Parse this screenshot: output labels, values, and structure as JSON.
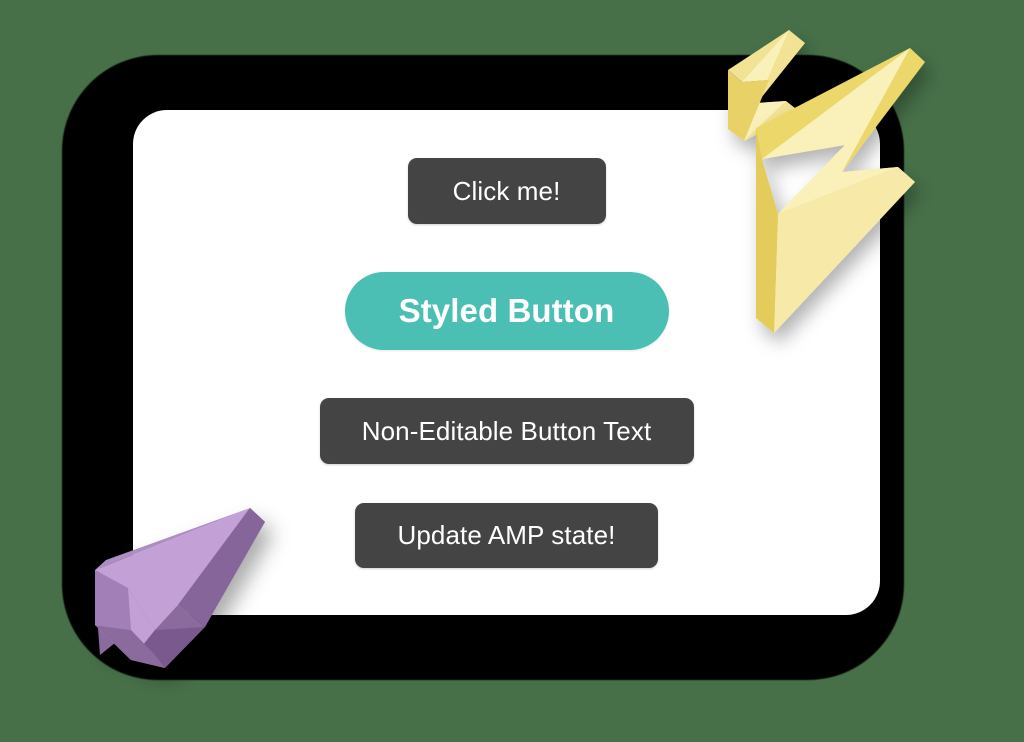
{
  "page": {
    "background_color": "#477049",
    "card_color": "#ffffff",
    "shadow_color": "#000000"
  },
  "card": {
    "buttons": [
      {
        "name": "click-me",
        "label": "Click me!",
        "style": "default",
        "background_color": "#444444",
        "text_color": "#ffffff"
      },
      {
        "name": "styled",
        "label": "Styled Button",
        "style": "pill",
        "background_color": "#4CBFB4",
        "text_color": "#ffffff"
      },
      {
        "name": "non-editable",
        "label": "Non-Editable Button Text",
        "style": "default",
        "background_color": "#444444",
        "text_color": "#ffffff"
      },
      {
        "name": "update-amp-state",
        "label": "Update AMP state!",
        "style": "default",
        "background_color": "#444444",
        "text_color": "#ffffff"
      }
    ]
  },
  "decorations": {
    "lightning_bolt": {
      "icon": "lightning-bolt-icon",
      "face_color": "#FAF0B9",
      "side_color": "#EBD76B",
      "edge_color": "#F5E79E"
    },
    "cursor_arrow": {
      "icon": "cursor-arrow-icon",
      "face_color": "#C3A0D6",
      "side_color": "#8B6B9E",
      "edge_color": "#A885BD"
    }
  }
}
